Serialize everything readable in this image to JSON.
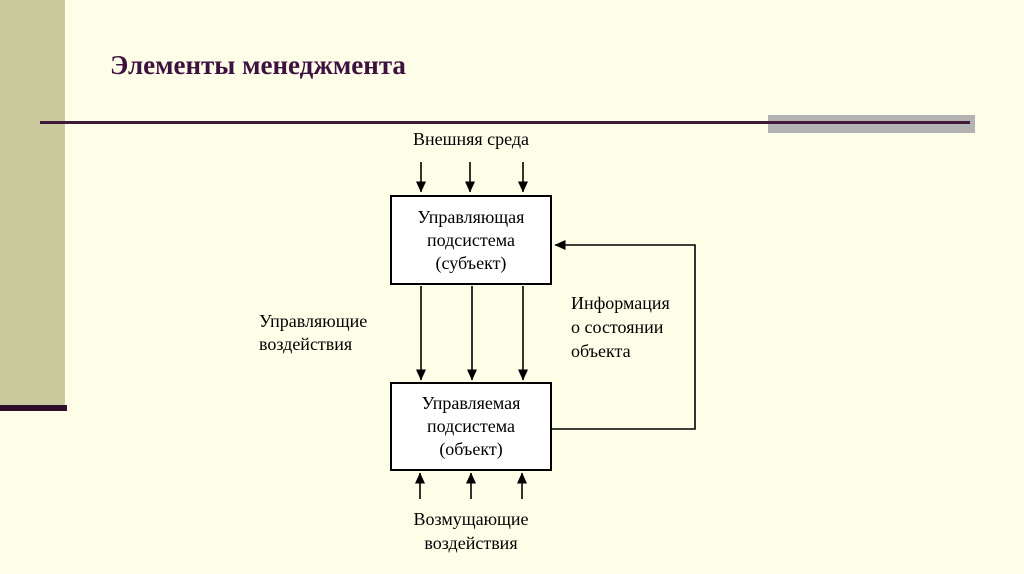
{
  "slide": {
    "title": "Элементы менеджмента",
    "diagram": {
      "env_label": "Внешняя среда",
      "subject_box": "Управляющая\nподсистема\n(субъект)",
      "left_label": "Управляющие\nвоздействия",
      "right_label": "Информация\nо состоянии\nобъекта",
      "object_box": "Управляемая\nподсистема\n(объект)",
      "bottom_label": "Возмущающие\nвоздействия"
    }
  },
  "colors": {
    "background": "#FDFDE8",
    "accent-band": "#CBCA9E",
    "accent-dark": "#3E1240",
    "rule": "#401A38",
    "gray-bar": "#B3B3B3",
    "diagram-ink": "#000000",
    "box-fill": "#FFFFFF"
  }
}
